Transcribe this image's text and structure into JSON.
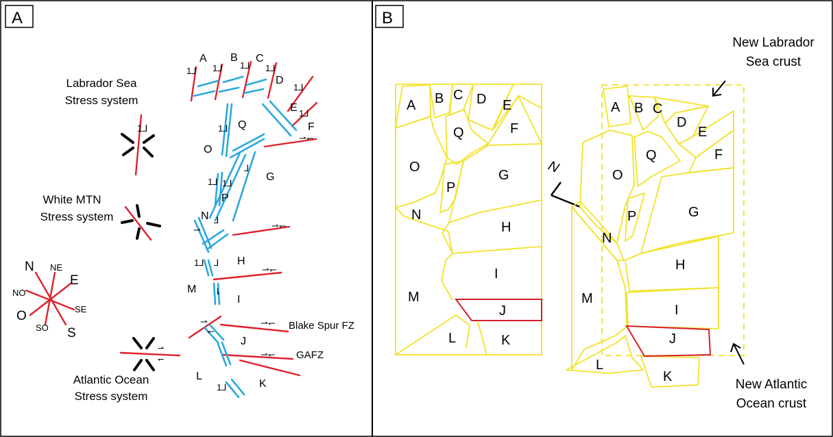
{
  "panels": {
    "a": {
      "tag": "A"
    },
    "b": {
      "tag": "B"
    }
  },
  "panel_a": {
    "labrador_title": [
      "Labrador Sea",
      "Stress system"
    ],
    "white_mtn_title": [
      "White MTN",
      "Stress system"
    ],
    "atlantic_title": [
      "Atlantic Ocean",
      "Stress system"
    ],
    "blocks": [
      "A",
      "B",
      "C",
      "D",
      "E",
      "F",
      "Q",
      "O",
      "G",
      "P",
      "N",
      "H",
      "M",
      "I",
      "J",
      "L",
      "K"
    ],
    "fault_labels": {
      "blake": "Blake Spur FZ",
      "gafz": "GAFZ"
    },
    "compass": {
      "n": "N",
      "ne": "NE",
      "e": "E",
      "se": "SE",
      "s": "S",
      "so": "SO",
      "o": "O",
      "no": "NO"
    }
  },
  "panel_b": {
    "blocks": [
      "A",
      "B",
      "C",
      "D",
      "E",
      "F",
      "Q",
      "O",
      "G",
      "P",
      "N",
      "H",
      "M",
      "I",
      "J",
      "L",
      "K"
    ],
    "north": "N",
    "labrador_note": [
      "New Labrador",
      "Sea crust"
    ],
    "atlantic_note": [
      "New Atlantic",
      "Ocean crust"
    ]
  },
  "colors": {
    "fault_red": "#e0202a",
    "fault_blue": "#29a8dd",
    "block_yellow": "#f2e229"
  }
}
